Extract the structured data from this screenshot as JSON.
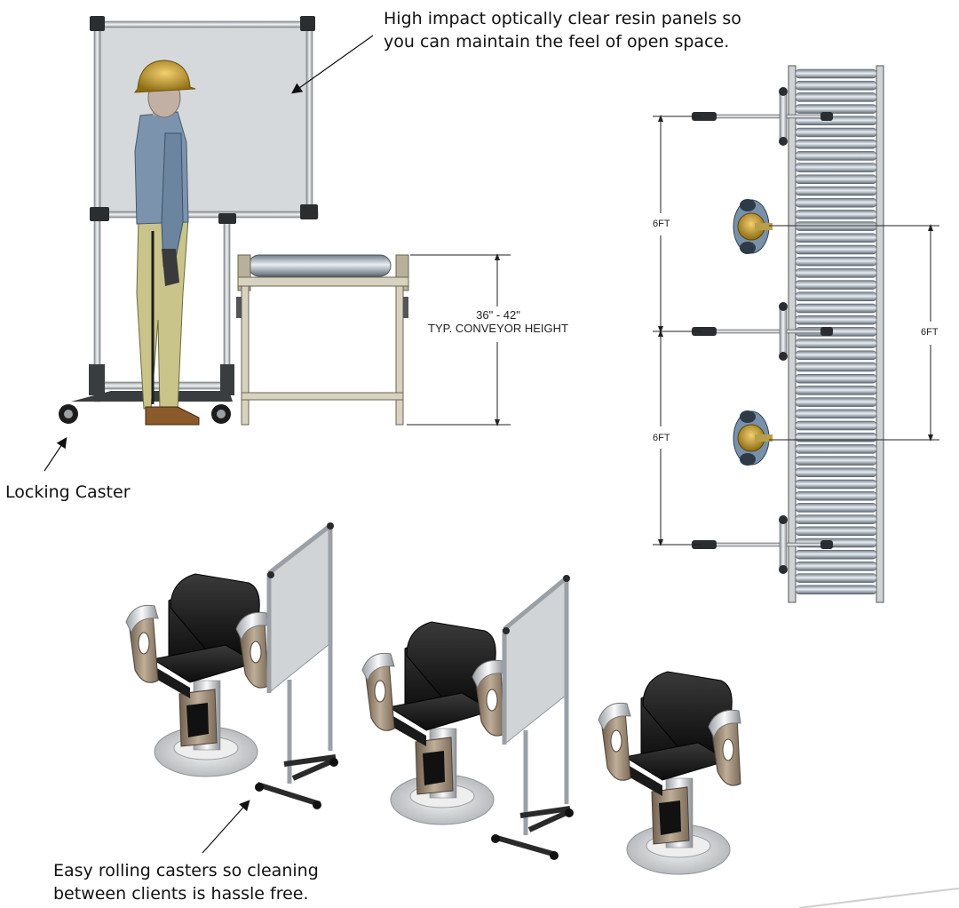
{
  "callouts": {
    "panels": {
      "line1": "High impact optically clear resin panels so",
      "line2": "you can maintain the feel of open space."
    },
    "caster": "Locking Caster",
    "rolling": {
      "line1": "Easy rolling casters so cleaning",
      "line2": "between clients is hassle free."
    }
  },
  "dimensions": {
    "conveyor_height": {
      "line1": "36\" - 42\"",
      "line2": "TYP. CONVEYOR HEIGHT"
    },
    "spacing_left_top": "6FT",
    "spacing_left_bottom": "6FT",
    "spacing_right": "6FT"
  }
}
